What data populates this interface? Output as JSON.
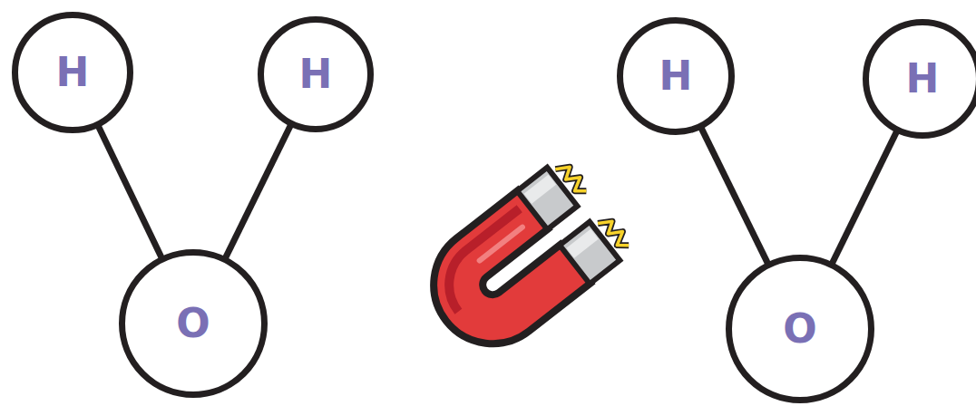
{
  "diagram": {
    "nodes": [
      {
        "text": [
          "H"
        ]
      },
      {
        "text": [
          "H"
        ]
      },
      {
        "text": [
          "O"
        ]
      },
      {
        "text": [
          "H"
        ]
      },
      {
        "text": [
          "H"
        ]
      },
      {
        "text": [
          "O"
        ]
      }
    ],
    "edges": [
      {
        "from": 0,
        "to": 2,
        "arrow": "none"
      },
      {
        "from": 1,
        "to": 2,
        "arrow": "none"
      },
      {
        "from": 3,
        "to": 5,
        "arrow": "none"
      },
      {
        "from": 4,
        "to": 5,
        "arrow": "none"
      }
    ]
  }
}
